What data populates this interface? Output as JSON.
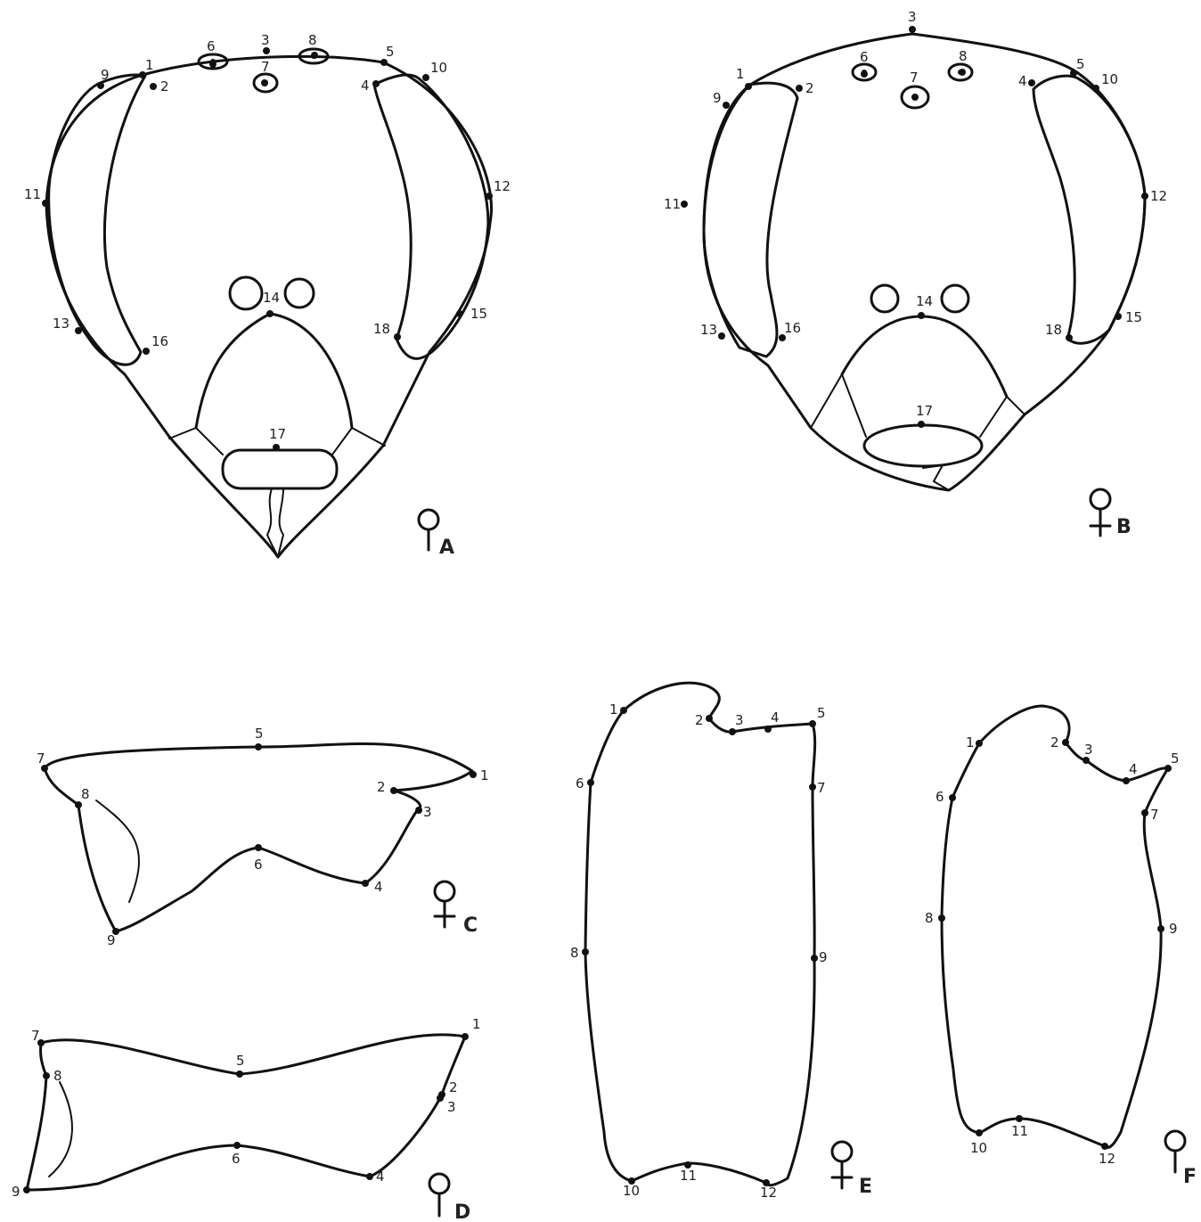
{
  "colors": {
    "ink": "#111111",
    "background": "#ffffff"
  },
  "panels": [
    {
      "id": "A",
      "letter": "A",
      "sex": "male",
      "symbol": "male-symbol-icon",
      "landmarks": [
        "1",
        "2",
        "3",
        "4",
        "5",
        "6",
        "7",
        "8",
        "9",
        "10",
        "11",
        "12",
        "13",
        "14",
        "15",
        "16",
        "17",
        "18"
      ]
    },
    {
      "id": "B",
      "letter": "B",
      "sex": "female",
      "symbol": "female-symbol-icon",
      "landmarks": [
        "1",
        "2",
        "3",
        "4",
        "5",
        "6",
        "7",
        "8",
        "9",
        "10",
        "11",
        "12",
        "13",
        "14",
        "15",
        "16",
        "17",
        "18"
      ]
    },
    {
      "id": "C",
      "letter": "C",
      "sex": "female",
      "symbol": "female-symbol-icon",
      "landmarks": [
        "1",
        "2",
        "3",
        "4",
        "5",
        "6",
        "7",
        "8",
        "9"
      ]
    },
    {
      "id": "D",
      "letter": "D",
      "sex": "male",
      "symbol": "male-symbol-icon",
      "landmarks": [
        "1",
        "2",
        "3",
        "4",
        "5",
        "6",
        "7",
        "8",
        "9"
      ]
    },
    {
      "id": "E",
      "letter": "E",
      "sex": "female",
      "symbol": "female-symbol-icon",
      "landmarks": [
        "1",
        "2",
        "3",
        "4",
        "5",
        "6",
        "7",
        "8",
        "9",
        "10",
        "11",
        "12"
      ]
    },
    {
      "id": "F",
      "letter": "F",
      "sex": "male",
      "symbol": "male-symbol-icon",
      "landmarks": [
        "1",
        "2",
        "3",
        "4",
        "5",
        "6",
        "7",
        "8",
        "9",
        "10",
        "11",
        "12"
      ]
    }
  ]
}
